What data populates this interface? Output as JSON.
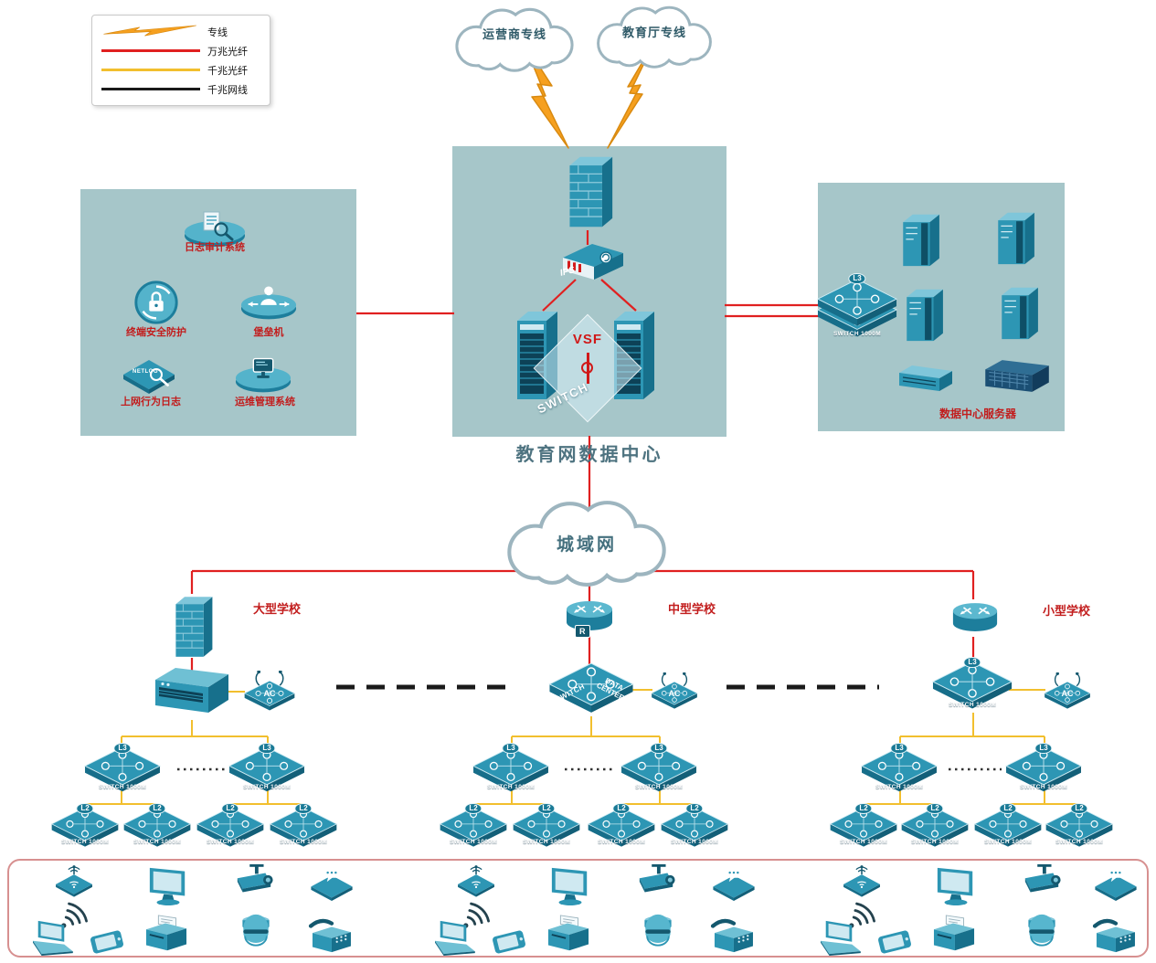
{
  "legend": {
    "items": [
      {
        "label": "专线",
        "type": "lightning"
      },
      {
        "label": "万兆光纤",
        "color": "#e02020"
      },
      {
        "label": "千兆光纤",
        "color": "#f2bf2e"
      },
      {
        "label": "千兆网线",
        "color": "#1a1a1a"
      }
    ]
  },
  "clouds": {
    "carrier": "运营商专线",
    "education": "教育厅专线",
    "man": "城域网"
  },
  "data_center": {
    "title": "教育网数据中心",
    "vsf": "VSF",
    "vsf_switch": "SWITCH",
    "ips": "IPS"
  },
  "security_zone": {
    "items": [
      {
        "label": "日志审计系统"
      },
      {
        "label": "终端安全防护"
      },
      {
        "label": "堡垒机"
      },
      {
        "label": "上网行为日志",
        "badge": "NETLOG"
      },
      {
        "label": "运维管理系统"
      }
    ]
  },
  "server_zone": {
    "label": "数据中心服务器"
  },
  "schools": [
    {
      "name": "大型学校"
    },
    {
      "name": "中型学校",
      "core_line1": "SWITCH",
      "core_line2": "DATA CENTER",
      "router_badge": "R"
    },
    {
      "name": "小型学校"
    }
  ],
  "labels": {
    "l3": "L3",
    "l2": "L2",
    "switch_1000m": "SWITCH 1000M",
    "ac": "AC"
  },
  "colors": {
    "line_10g_fiber": "#e02020",
    "line_1g_fiber": "#f2bf2e",
    "line_1g_copper": "#1a1a1a",
    "accent": "#2d96b4"
  }
}
